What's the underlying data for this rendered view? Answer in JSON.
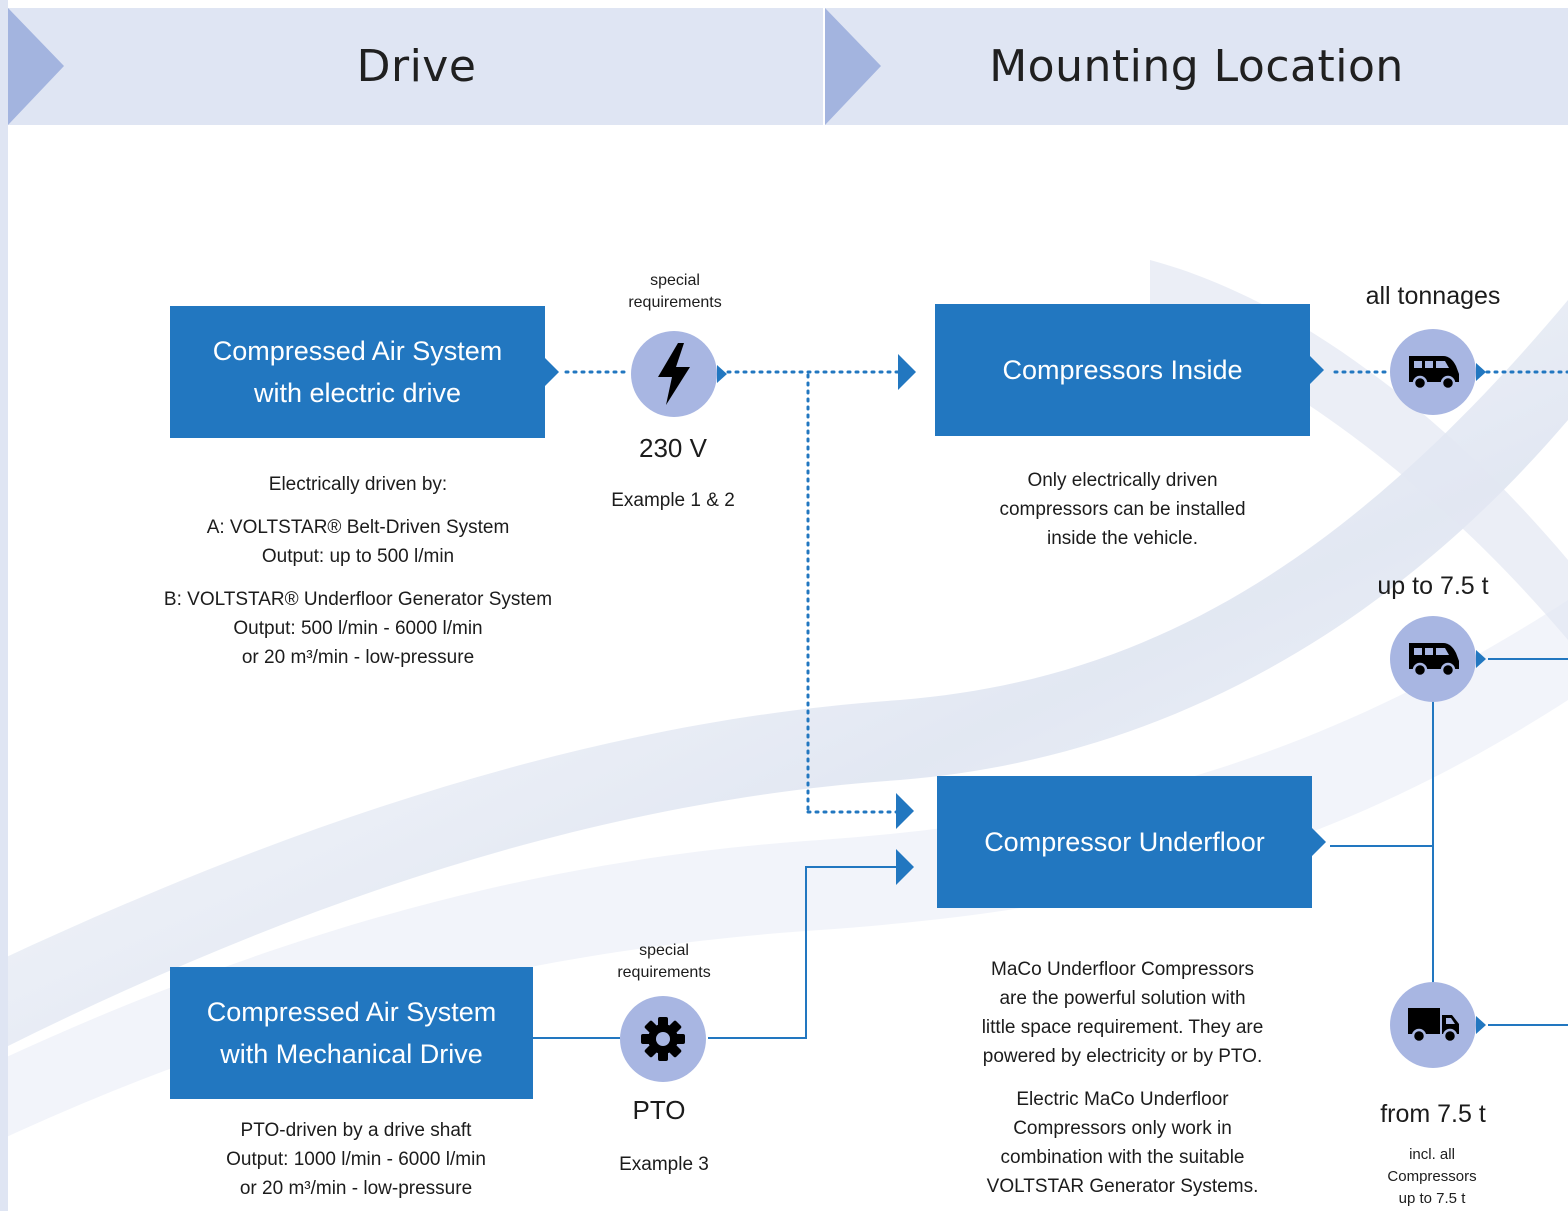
{
  "headers": {
    "drive": "Drive",
    "mounting": "Mounting Location"
  },
  "electric": {
    "box_line1": "Compressed Air System",
    "box_line2": "with electric drive",
    "special": "special",
    "requirements": "requirements",
    "voltage": "230 V",
    "example": "Example 1 & 2",
    "desc_title": "Electrically driven by:",
    "desc_a1": "A: VOLTSTAR® Belt-Driven System",
    "desc_a2": "Output: up to 500 l/min",
    "desc_b1": "B: VOLTSTAR® Underfloor Generator System",
    "desc_b2": "Output: 500 l/min - 6000 l/min",
    "desc_b3": "or 20 m³/min - low-pressure"
  },
  "mechanical": {
    "box_line1": "Compressed Air System",
    "box_line2": "with Mechanical Drive",
    "special": "special",
    "requirements": "requirements",
    "pto": "PTO",
    "example": "Example 3",
    "desc_1": "PTO-driven by a drive shaft",
    "desc_2": "Output: 1000 l/min - 6000 l/min",
    "desc_3": "or 20 m³/min - low-pressure"
  },
  "inside": {
    "label": "Compressors Inside",
    "desc_1": "Only electrically driven",
    "desc_2": "compressors can be installed",
    "desc_3": "inside the vehicle."
  },
  "underfloor": {
    "label": "Compressor Underfloor",
    "p1_1": "MaCo Underfloor Compressors",
    "p1_2": "are the powerful solution with",
    "p1_3": "little space requirement. They are",
    "p1_4": "powered by electricity or by PTO.",
    "p2_1": "Electric MaCo Underfloor",
    "p2_2": "Compressors only work in",
    "p2_3": "combination with the suitable",
    "p2_4": "VOLTSTAR Generator Systems."
  },
  "tonnage": {
    "all": "all tonnages",
    "upto": "up to 7.5 t",
    "from": "from 7.5 t",
    "note_1": "incl. all",
    "note_2": "Compressors",
    "note_3": "up to 7.5 t"
  },
  "icons": {
    "lightning": "lightning-bolt-icon",
    "gear": "gear-icon",
    "van": "van-icon",
    "truck": "truck-icon"
  },
  "colors": {
    "box_blue": "#2277c0",
    "circle_blue": "#a8b6e2",
    "header_bg": "#dfe5f3",
    "header_arrow": "#a3b4df"
  }
}
